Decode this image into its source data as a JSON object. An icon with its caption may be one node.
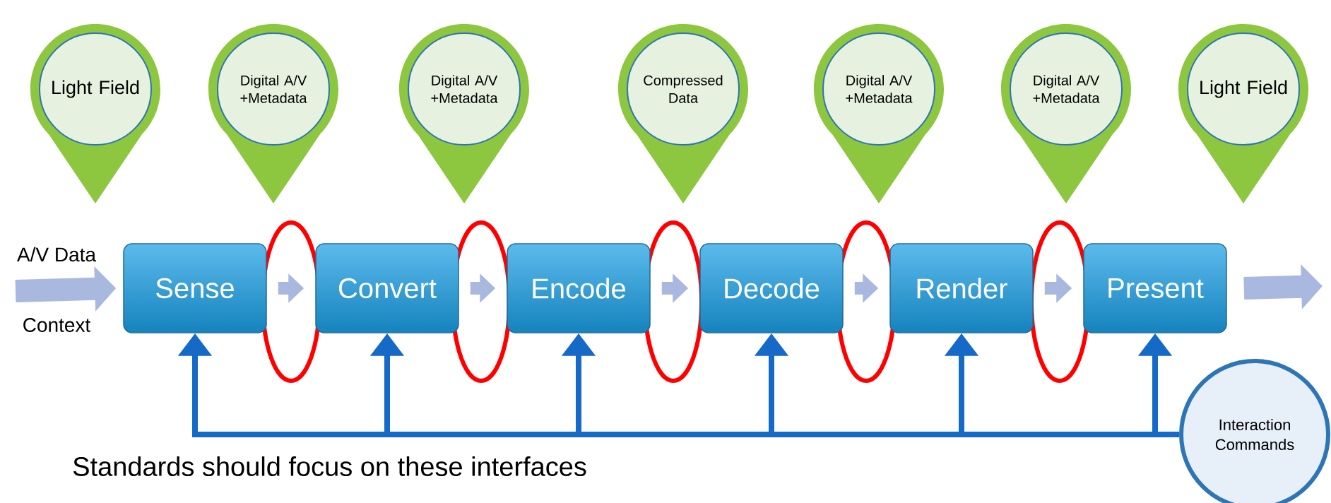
{
  "diagram": {
    "nodes": [
      {
        "text": [
          "Light Field"
        ]
      },
      {
        "text": [
          "Digital A/V +Metadata"
        ]
      },
      {
        "text": [
          "Digital A/V +Metadata"
        ]
      },
      {
        "text": [
          "Compressed Data"
        ]
      },
      {
        "text": [
          "Digital A/V +Metadata"
        ]
      },
      {
        "text": [
          "Digital A/V +Metadata"
        ]
      },
      {
        "text": [
          "Light Field"
        ]
      },
      {
        "text": [
          "Sense"
        ]
      },
      {
        "text": [
          "Convert"
        ]
      },
      {
        "text": [
          "Encode"
        ]
      },
      {
        "text": [
          "Decode"
        ]
      },
      {
        "text": [
          "Render"
        ]
      },
      {
        "text": [
          "Present"
        ]
      },
      {
        "text": [
          "Interaction Commands"
        ]
      }
    ],
    "edges": [
      {
        "from": null,
        "to": 7,
        "arrow": "to"
      },
      {
        "from": 7,
        "to": 8,
        "arrow": "to"
      },
      {
        "from": 8,
        "to": 9,
        "arrow": "to"
      },
      {
        "from": 9,
        "to": 10,
        "arrow": "to"
      },
      {
        "from": 10,
        "to": 11,
        "arrow": "to"
      },
      {
        "from": 11,
        "to": 12,
        "arrow": "to"
      },
      {
        "from": 12,
        "to": null,
        "arrow": "to"
      },
      {
        "from": 13,
        "to": 7,
        "arrow": "to",
        "color": "#1569c7"
      },
      {
        "from": 13,
        "to": 8,
        "arrow": "to",
        "color": "#1569c7"
      },
      {
        "from": 13,
        "to": 9,
        "arrow": "to",
        "color": "#1569c7"
      },
      {
        "from": 13,
        "to": 10,
        "arrow": "to",
        "color": "#1569c7"
      },
      {
        "from": 13,
        "to": 11,
        "arrow": "to",
        "color": "#1569c7"
      },
      {
        "from": 13,
        "to": 12,
        "arrow": "to",
        "color": "#1569c7"
      }
    ],
    "labels": [
      "A/V Data",
      "Context",
      "Standards should focus on these interfaces"
    ]
  }
}
